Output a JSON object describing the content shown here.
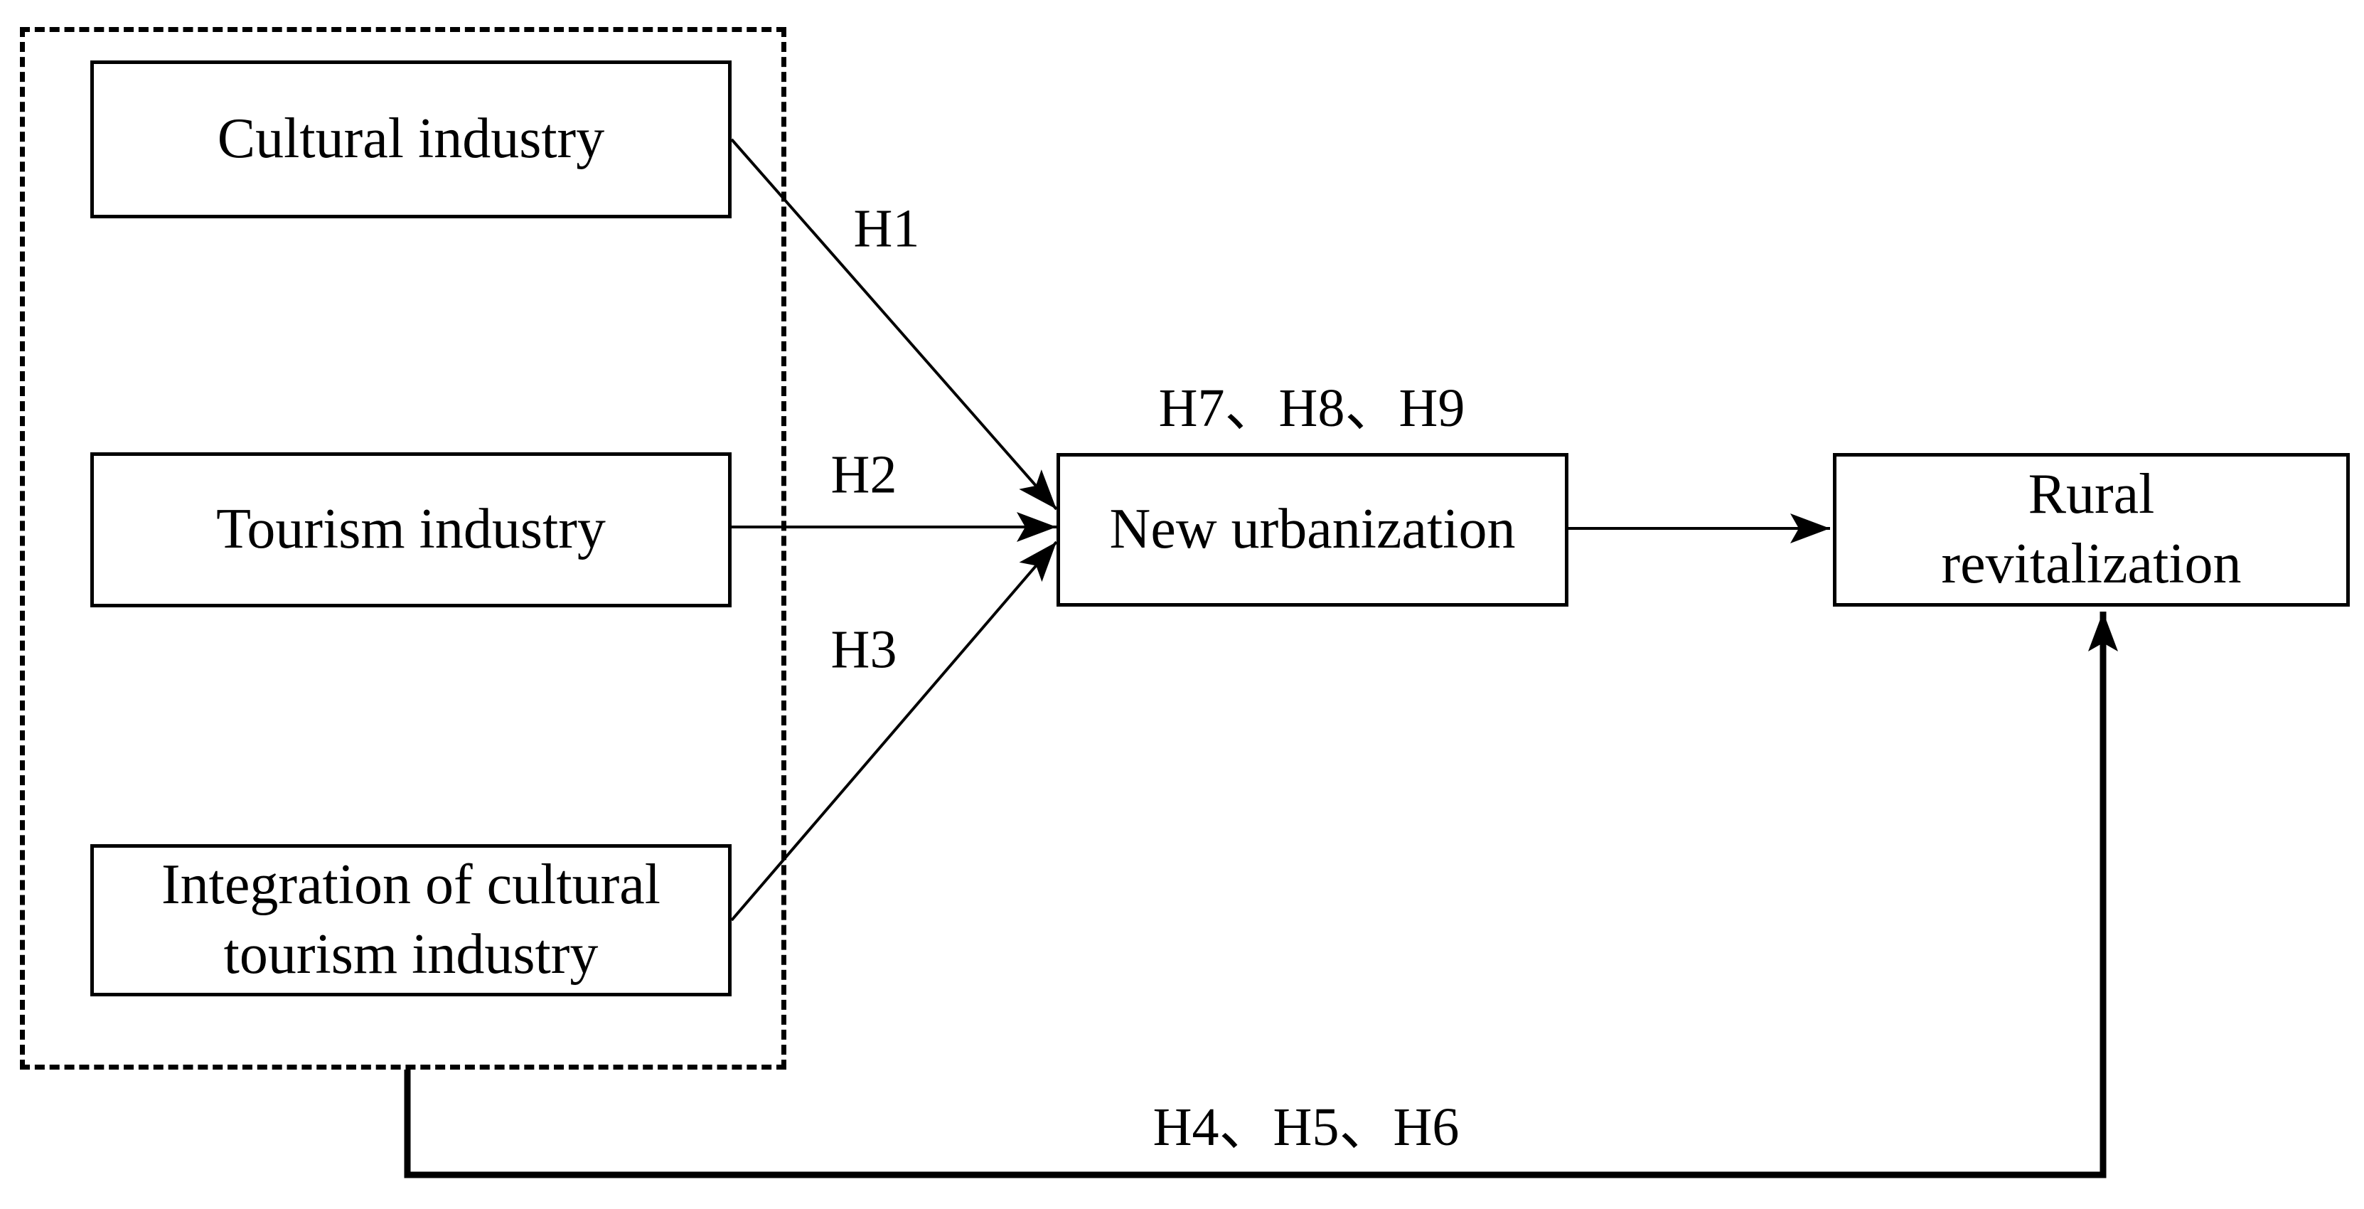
{
  "figure": {
    "type": "path-diagram",
    "background_color": "#ffffff",
    "stroke_color": "#000000",
    "nodes": {
      "cultural": {
        "label": "Cultural industry"
      },
      "tourism": {
        "label": "Tourism industry"
      },
      "integration": {
        "label": "Integration of cultural tourism industry"
      },
      "new_urbanization": {
        "label": "New urbanization"
      },
      "rural": {
        "label": "Rural revitalization"
      }
    },
    "group": {
      "members": [
        "cultural",
        "tourism",
        "integration"
      ],
      "border_style": "dashed"
    },
    "edge_labels": {
      "h1": "H1",
      "h2": "H2",
      "h3": "H3",
      "h7_h8_h9": "H7、H8、H9",
      "h4_h5_h6": "H4、H5、H6"
    },
    "edges": [
      {
        "from": "cultural",
        "to": "new_urbanization",
        "label": "H1",
        "style": "arrow"
      },
      {
        "from": "tourism",
        "to": "new_urbanization",
        "label": "H2",
        "style": "arrow"
      },
      {
        "from": "integration",
        "to": "new_urbanization",
        "label": "H3",
        "style": "arrow"
      },
      {
        "from": "new_urbanization",
        "to": "rural",
        "label": "H7、H8、H9",
        "style": "arrow"
      },
      {
        "from": "group",
        "to": "rural",
        "label": "H4、H5、H6",
        "style": "elbow-arrow"
      }
    ]
  }
}
